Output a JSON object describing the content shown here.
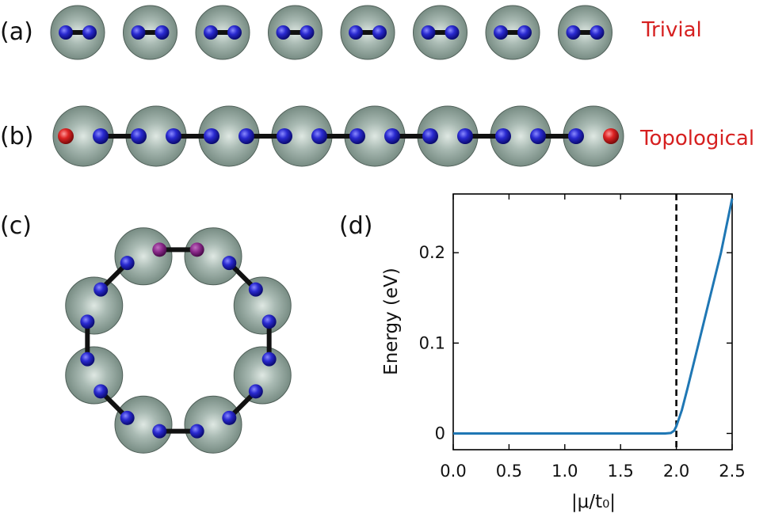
{
  "panels": {
    "a": {
      "label": "(a)",
      "phase": "Trivial",
      "site_count": 8
    },
    "b": {
      "label": "(b)",
      "phase": "Topological",
      "site_count": 8
    },
    "c": {
      "label": "(c)",
      "site_count": 8
    },
    "d": {
      "label": "(d)"
    }
  },
  "colors": {
    "site_sphere": "#8a9e96",
    "majorana_blue": "#2020b0",
    "majorana_red": "#d42020",
    "bond": "#111111",
    "phase_label": "#d62020",
    "curve": "#1f77b4"
  },
  "chart_data": {
    "type": "line",
    "xlabel": "|μ/t₀|",
    "ylabel": "Energy (eV)",
    "xlim": [
      0.0,
      2.5
    ],
    "ylim": [
      -0.018,
      0.265
    ],
    "xticks": [
      0.0,
      0.5,
      1.0,
      1.5,
      2.0,
      2.5
    ],
    "xtick_labels": [
      "0.0",
      "0.5",
      "1.0",
      "1.5",
      "2.0",
      "2.5"
    ],
    "yticks": [
      0,
      0.1,
      0.2
    ],
    "ytick_labels": [
      "0",
      "0.1",
      "0.2"
    ],
    "series": [
      {
        "x": [
          0.0,
          0.5,
          1.0,
          1.5,
          1.9,
          1.95,
          1.98,
          2.0,
          2.05,
          2.1,
          2.2,
          2.3,
          2.4,
          2.5
        ],
        "y": [
          0.0,
          0.0,
          0.0,
          0.0,
          0.0,
          0.0005,
          0.003,
          0.008,
          0.026,
          0.05,
          0.1,
          0.15,
          0.2,
          0.26
        ]
      }
    ],
    "vline": {
      "x": 2.0,
      "style": "dashed",
      "color": "#000000"
    },
    "ticks_direction": "in",
    "grid": false
  }
}
